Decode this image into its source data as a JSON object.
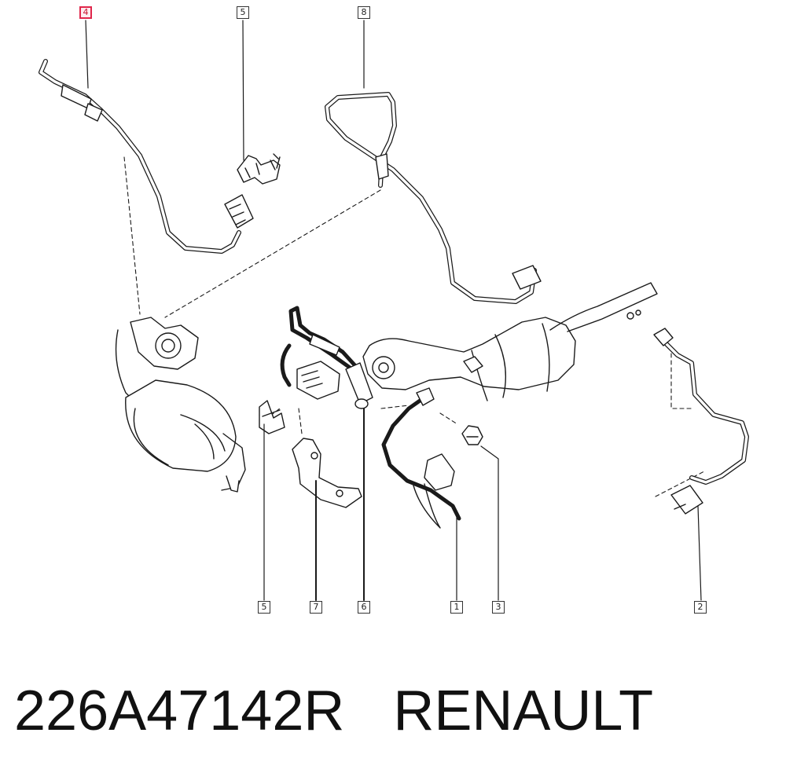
{
  "callouts": [
    {
      "id": "c4",
      "label": "4"
    },
    {
      "id": "c5top",
      "label": "5"
    },
    {
      "id": "c8",
      "label": "8"
    },
    {
      "id": "c5bot",
      "label": "5"
    },
    {
      "id": "c7",
      "label": "7"
    },
    {
      "id": "c6",
      "label": "6"
    },
    {
      "id": "c1",
      "label": "1"
    },
    {
      "id": "c3",
      "label": "3"
    },
    {
      "id": "c2",
      "label": "2"
    }
  ],
  "caption": {
    "part_number": "226A47142R",
    "brand": "RENAULT"
  },
  "colors": {
    "line": "#1a1a1a",
    "highlight": "#e0264b"
  }
}
